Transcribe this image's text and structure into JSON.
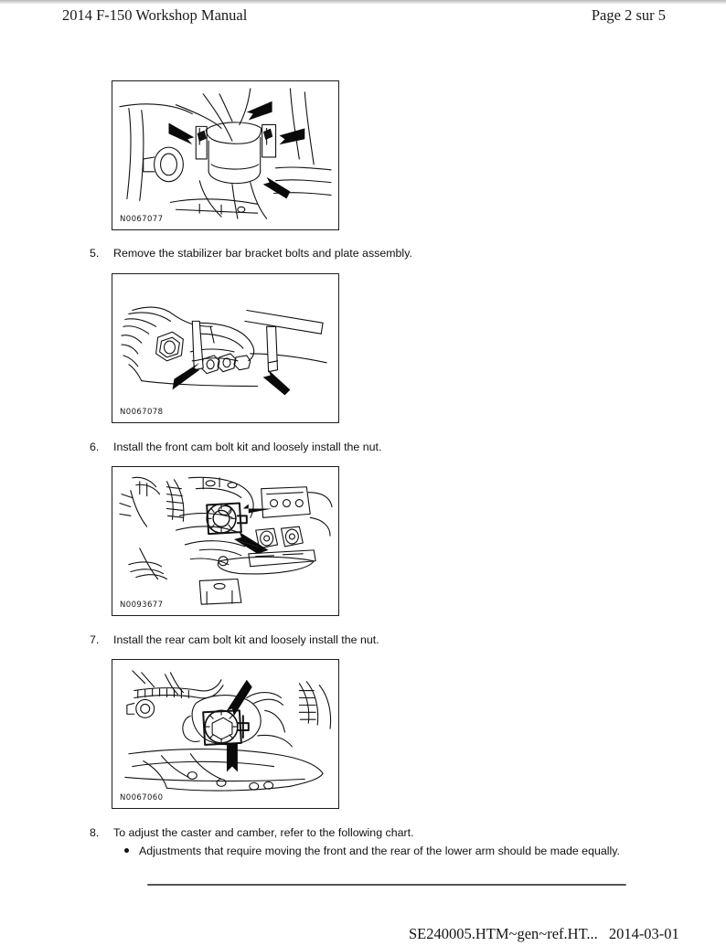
{
  "document": {
    "header": {
      "left": "2014 F-150 Workshop Manual",
      "right": "Page 2 sur 5"
    },
    "footer": {
      "file": "SE240005.HTM~gen~ref.HT...",
      "date": "2014-03-01"
    },
    "steps": [
      {
        "number": "5.",
        "text": "Remove the stabilizer bar bracket bolts and plate assembly."
      },
      {
        "number": "6.",
        "text": "Install the front cam bolt kit and loosely install the nut."
      },
      {
        "number": "7.",
        "text": "Install the rear cam bolt kit and loosely install the nut."
      },
      {
        "number": "8.",
        "text": "To adjust the caster and camber, refer to the following chart.",
        "bullets": [
          "Adjustments that require moving the front and the rear of the lower arm should be made equally."
        ]
      }
    ],
    "figures": [
      {
        "label": "N0067077",
        "caption": "stabilizer bar link and spring seat assembly with four callout arrows"
      },
      {
        "label": "N0067078",
        "caption": "stabilizer bar bracket bolts with two callout arrows"
      },
      {
        "label": "N0093677",
        "caption": "front cam bolt kit location with two callout arrows"
      },
      {
        "label": "N0067060",
        "caption": "rear cam bolt kit location with two callout arrows"
      }
    ]
  }
}
